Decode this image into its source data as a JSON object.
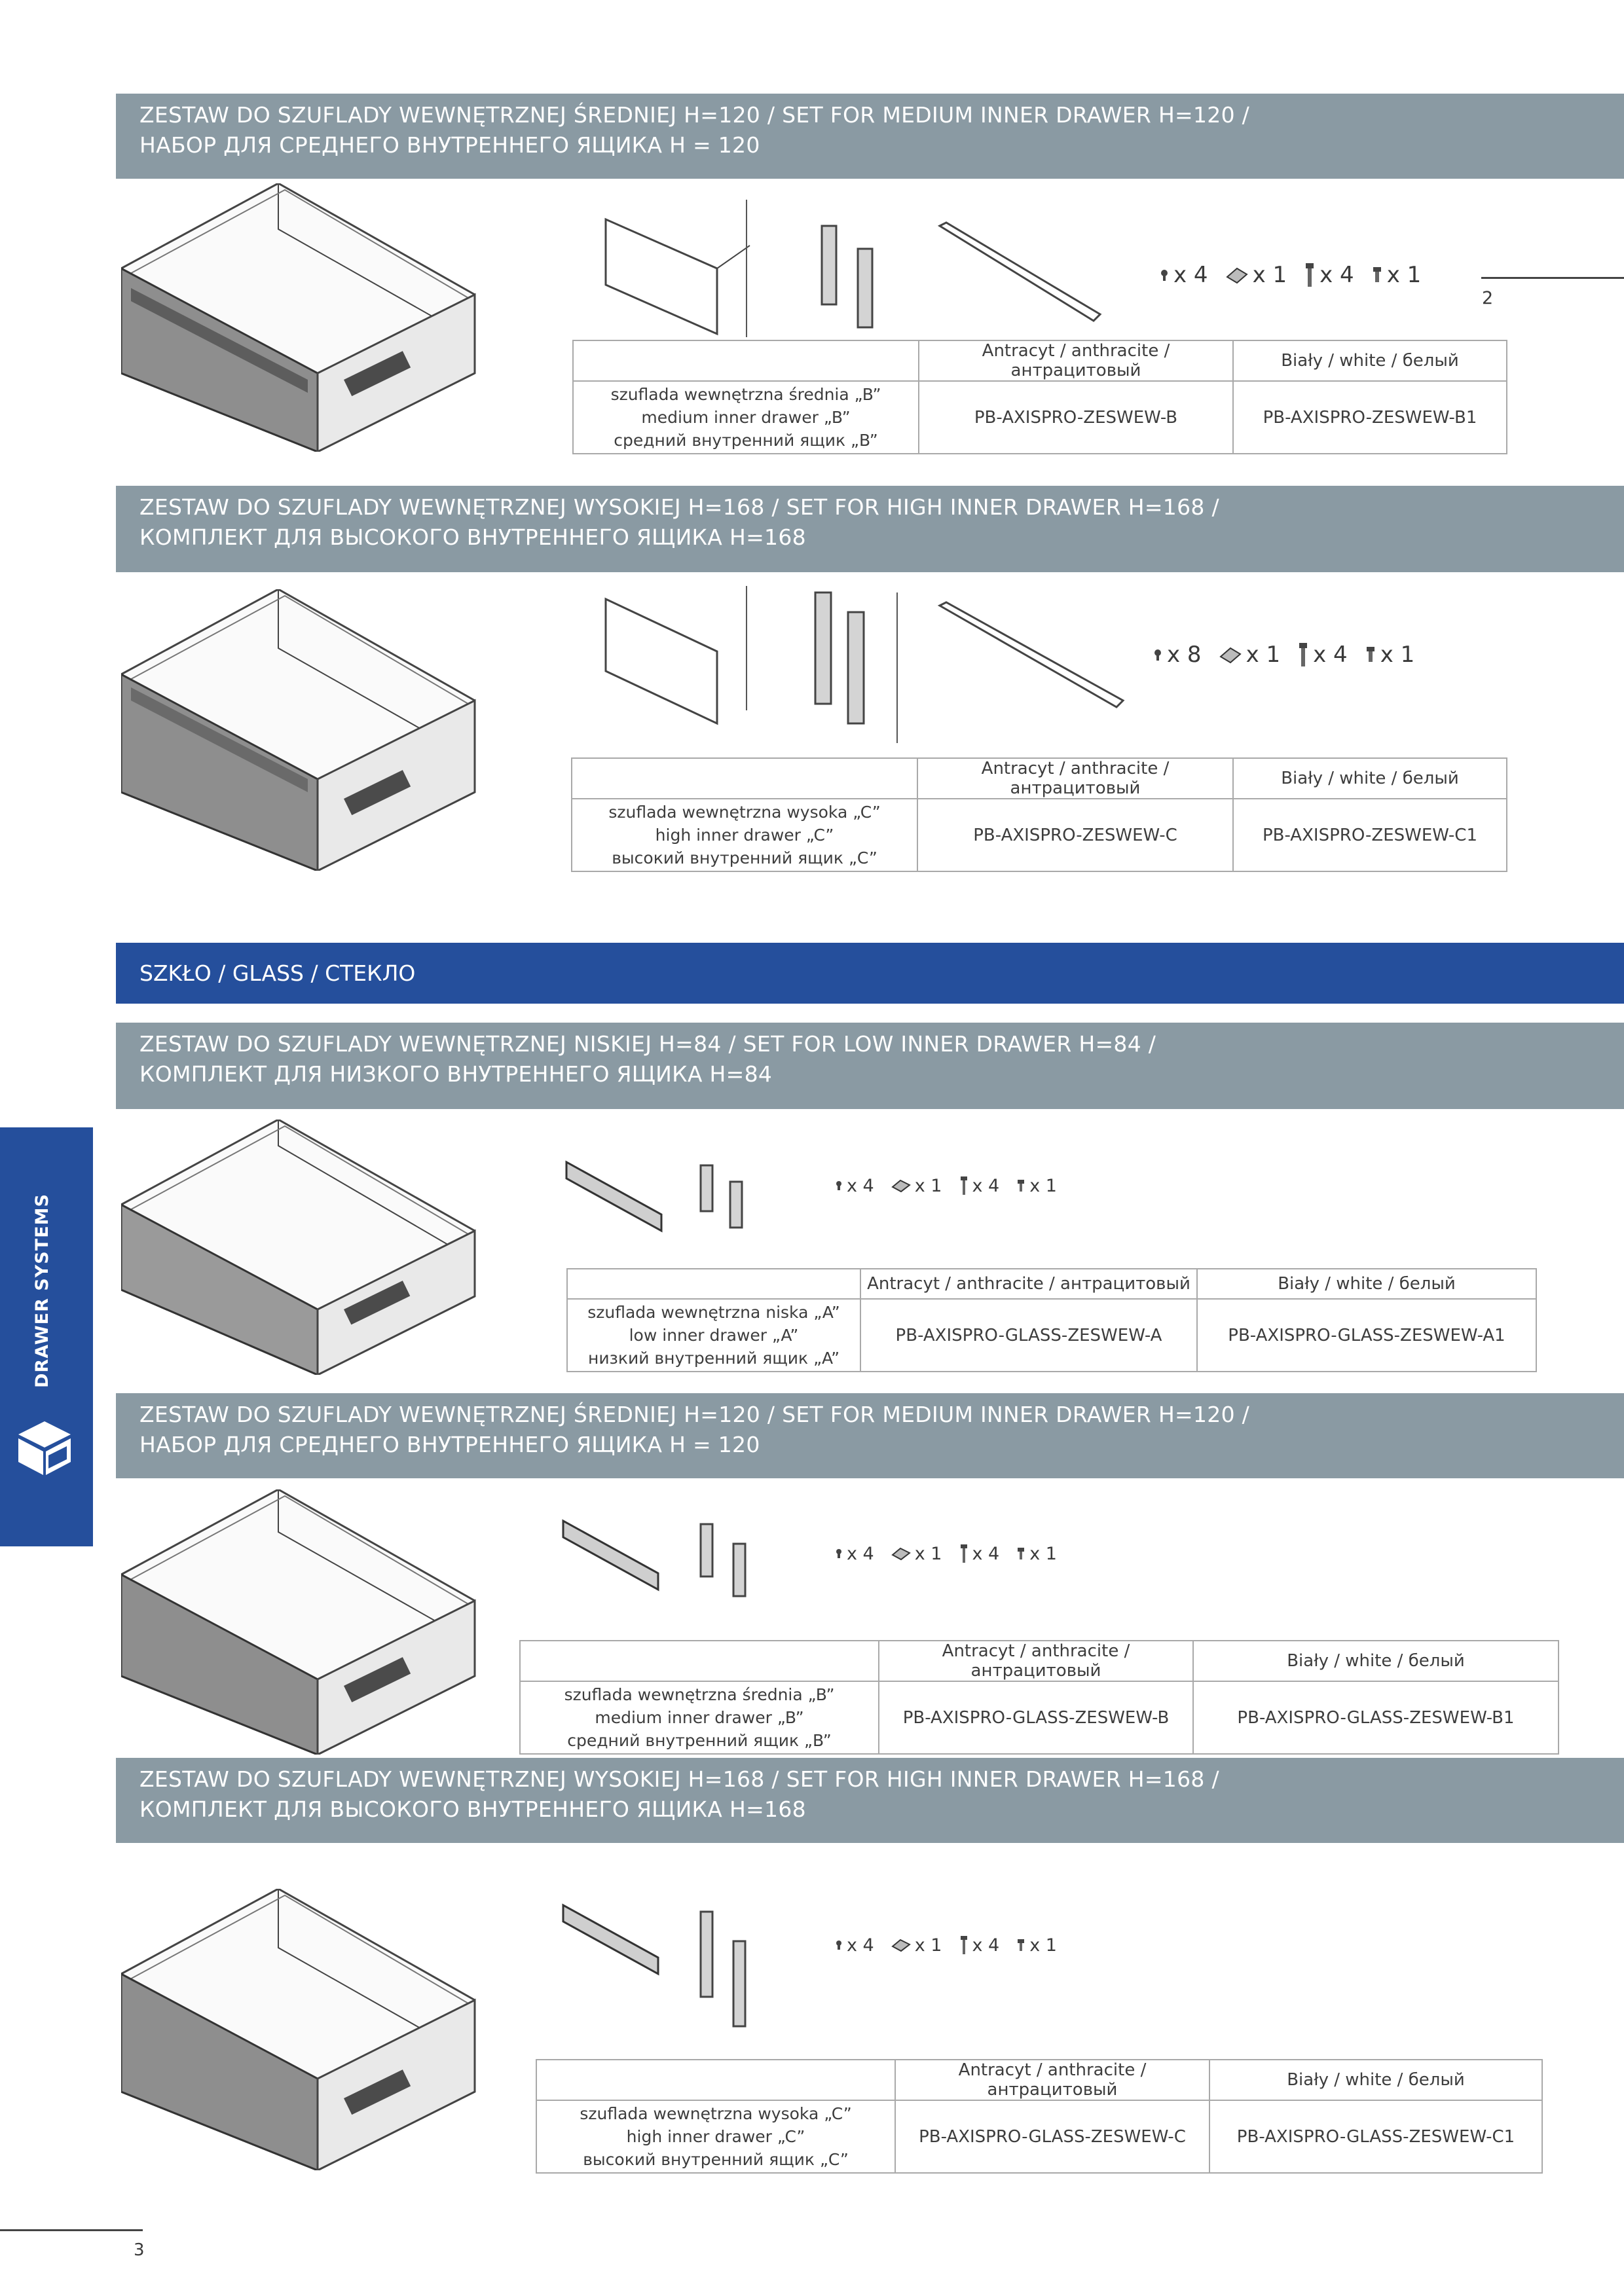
{
  "colors": {
    "section_header": "#8a9aa3",
    "accent_blue": "#254f9c",
    "table_border": "#a9a9a9"
  },
  "columns": {
    "anthracite": "Antracyt / anthracite / антрацитовый",
    "white": "Biały / white / белый"
  },
  "sections": [
    {
      "title_l1": "ZESTAW DO SZUFLADY WEWNĘTRZNEJ ŚREDNIEJ H=120 / SET FOR MEDIUM INNER DRAWER H=120 /",
      "title_l2": "НАБОР ДЛЯ СРЕДНЕГО ВНУТРЕННЕГО ЯЩИКА H = 120",
      "desc": [
        "szuflada wewnętrzna średnia „B”",
        "medium inner drawer „B”",
        "средний внутренний ящик „B”"
      ],
      "code_anthracite": "PB-AXISPRO-ZESWEW-B",
      "code_white": "PB-AXISPRO-ZESWEW-B1",
      "hardware": [
        "x 4",
        "x 1",
        "x 4",
        "x 1"
      ],
      "note": "2"
    },
    {
      "title_l1": "ZESTAW DO SZUFLADY WEWNĘTRZNEJ WYSOKIEJ H=168 / SET FOR HIGH INNER DRAWER H=168 /",
      "title_l2": "КОМПЛЕКТ ДЛЯ ВЫСОКОГО ВНУТРЕННЕГО ЯЩИКА H=168",
      "desc": [
        "szuflada wewnętrzna wysoka „C”",
        "high inner drawer „C”",
        "высокий внутренний ящик „C”"
      ],
      "code_anthracite": "PB-AXISPRO-ZESWEW-C",
      "code_white": "PB-AXISPRO-ZESWEW-C1",
      "hardware": [
        "x 8",
        "x 1",
        "x 4",
        "x 1"
      ]
    },
    {
      "title_l1": "ZESTAW DO SZUFLADY WEWNĘTRZNEJ NISKIEJ H=84 / SET FOR LOW INNER DRAWER H=84 /",
      "title_l2": "КОМПЛЕКТ ДЛЯ НИЗКОГО ВНУТРЕННЕГО ЯЩИКА H=84",
      "desc": [
        "szuflada wewnętrzna niska „A”",
        "low inner drawer „A”",
        "низкий внутренний ящик „A”"
      ],
      "code_anthracite": "PB-AXISPRO-GLASS-ZESWEW-A",
      "code_white": "PB-AXISPRO-GLASS-ZESWEW-A1",
      "hardware": [
        "x 4",
        "x 1",
        "x 4",
        "x 1"
      ]
    },
    {
      "title_l1": "ZESTAW DO SZUFLADY WEWNĘTRZNEJ ŚREDNIEJ H=120 / SET FOR MEDIUM INNER DRAWER H=120 /",
      "title_l2": "НАБОР ДЛЯ СРЕДНЕГО ВНУТРЕННЕГО ЯЩИКА H = 120",
      "desc": [
        "szuflada wewnętrzna średnia „B”",
        "medium inner drawer „B”",
        "средний внутренний ящик „B”"
      ],
      "code_anthracite": "PB-AXISPRO-GLASS-ZESWEW-B",
      "code_white": "PB-AXISPRO-GLASS-ZESWEW-B1",
      "hardware": [
        "x 4",
        "x 1",
        "x 4",
        "x 1"
      ]
    },
    {
      "title_l1": "ZESTAW DO SZUFLADY WEWNĘTRZNEJ WYSOKIEJ H=168 / SET FOR HIGH INNER DRAWER H=168 /",
      "title_l2": "КОМПЛЕКТ ДЛЯ ВЫСОКОГО ВНУТРЕННЕГО ЯЩИКА H=168",
      "desc": [
        "szuflada wewnętrzna wysoka „C”",
        "high inner drawer „C”",
        "высокий внутренний ящик „C”"
      ],
      "code_anthracite": "PB-AXISPRO-GLASS-ZESWEW-C",
      "code_white": "PB-AXISPRO-GLASS-ZESWEW-C1",
      "hardware": [
        "x 4",
        "x 1",
        "x 4",
        "x 1"
      ]
    }
  ],
  "glass_header": "SZKŁO / GLASS / СТЕКЛО",
  "side_tab": "DRAWER SYSTEMS",
  "page_number": "3",
  "hardware_icons": [
    "screw-icon",
    "clip-icon",
    "long-screw-icon",
    "short-screw-icon"
  ]
}
